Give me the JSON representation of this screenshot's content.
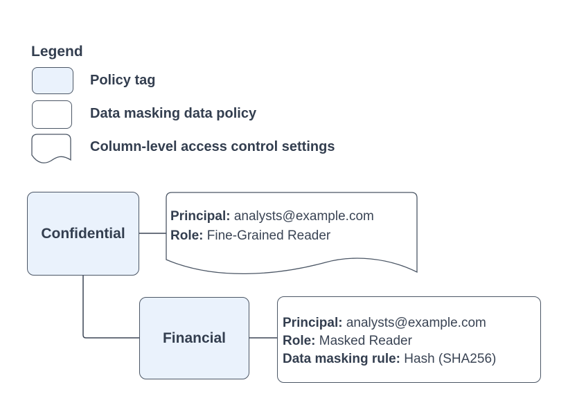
{
  "legend": {
    "title": "Legend",
    "items": [
      {
        "label": "Policy tag",
        "swatch": "policy-tag-swatch"
      },
      {
        "label": "Data masking data policy",
        "swatch": "data-policy-swatch"
      },
      {
        "label": "Column-level access control settings",
        "swatch": "access-control-document-swatch"
      }
    ]
  },
  "nodes": {
    "confidential": {
      "label": "Confidential"
    },
    "financial": {
      "label": "Financial"
    }
  },
  "annotations": {
    "fine_grained": {
      "shape": "document",
      "lines": [
        {
          "label": "Principal:",
          "value": " analysts@example.com"
        },
        {
          "label": "Role:",
          "value": " Fine-Grained Reader"
        }
      ]
    },
    "masked": {
      "shape": "rounded-rect",
      "lines": [
        {
          "label": "Principal:",
          "value": " analysts@example.com"
        },
        {
          "label": "Role:",
          "value": " Masked Reader"
        },
        {
          "label": "Data masking rule:",
          "value": " Hash (SHA256)"
        }
      ]
    }
  },
  "colors": {
    "policy_tag_fill": "#eaf2fc",
    "box_border": "#4a5564",
    "connector": "#3a4454",
    "text": "#333e4f",
    "background": "#ffffff"
  }
}
